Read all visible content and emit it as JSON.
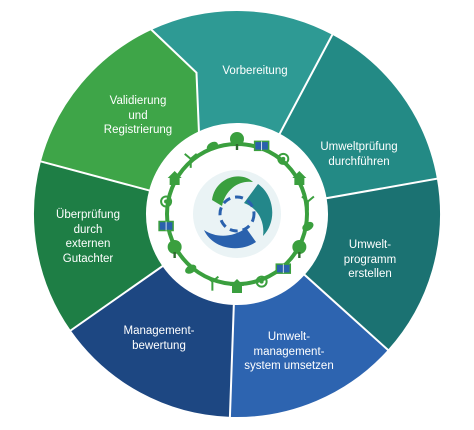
{
  "segments": [
    {
      "label": "Vorbereitung",
      "color": "#2e9a94"
    },
    {
      "label": "Umweltprüfung\ndurchführen",
      "color": "#238a85"
    },
    {
      "label": "Umwelt-\nprogramm\nerstellen",
      "color": "#1b7272"
    },
    {
      "label": "Umwelt-\nmanagement-\nsystem umsetzen",
      "color": "#2d64b0"
    },
    {
      "label": "Management-\nbewertung",
      "color": "#1d4782"
    },
    {
      "label": "Überprüfung\ndurch\nexternen\nGutachter",
      "color": "#1e7e45"
    },
    {
      "label": "Validierung\nund\nRegistrierung",
      "color": "#3ea548"
    }
  ],
  "center_icons": [
    "tree-icon",
    "solar-panel-icon",
    "sun-icon",
    "house-icon",
    "wind-turbine-icon",
    "leaf-icon"
  ],
  "colors": {
    "green": "#3a9f3e",
    "blue": "#2a61ad",
    "teal": "#23878a"
  }
}
